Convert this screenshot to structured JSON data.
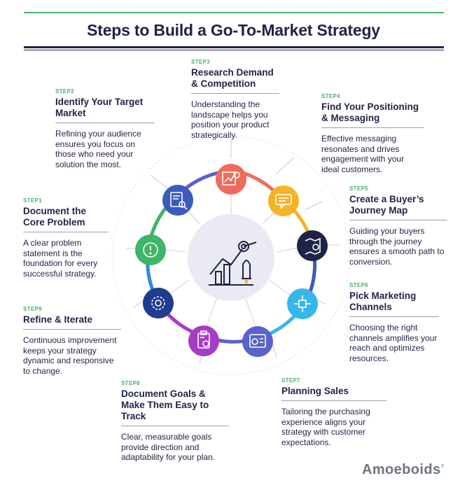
{
  "title": "Steps to Build a Go-To-Market Strategy",
  "steps": [
    {
      "label": "STEP1",
      "heading": "Document the Core Problem",
      "description": "A clear problem statement is the foundation for every successful strategy."
    },
    {
      "label": "STEP2",
      "heading": "Identify Your Target Market",
      "description": "Refining your audience ensures you focus on those who need your solution the most."
    },
    {
      "label": "STEP3",
      "heading": "Research Demand & Competition",
      "description": "Understanding the landscape helps you position your product strategically."
    },
    {
      "label": "STEP4",
      "heading": "Find Your Positioning & Messaging",
      "description": "Effective messaging resonates and drives engagement with your ideal customers."
    },
    {
      "label": "STEP5",
      "heading": "Create a Buyer’s Journey Map",
      "description": "Guiding your buyers through the journey ensures a smooth path to conversion."
    },
    {
      "label": "STEP6",
      "heading": "Pick Marketing Channels",
      "description": "Choosing the right channels amplifies your reach and optimizes resources."
    },
    {
      "label": "STEP7",
      "heading": "Planning Sales",
      "description": "Tailoring the purchasing experience aligns your strategy with customer expectations."
    },
    {
      "label": "STEP8",
      "heading": "Document Goals & Make Them Easy to Track",
      "description": "Clear, measurable goals provide direction and adaptability for your plan."
    },
    {
      "label": "STEP9",
      "heading": "Refine & Iterate",
      "description": "Continuous improvement keeps your strategy dynamic and responsive to change."
    }
  ],
  "logo": {
    "text": "Amoeboids",
    "accent": "⁷"
  },
  "colors": {
    "title": "#1f2347",
    "step_label": "#45b36b",
    "ring": [
      "#ef6b5b",
      "#f6b324",
      "#1f2347",
      "#37b6e8",
      "#5a63c9",
      "#a63cc6",
      "#3b5bbd",
      "#3fb56a",
      "#2e8ad8"
    ],
    "center_fill": "#e9eaf3"
  }
}
